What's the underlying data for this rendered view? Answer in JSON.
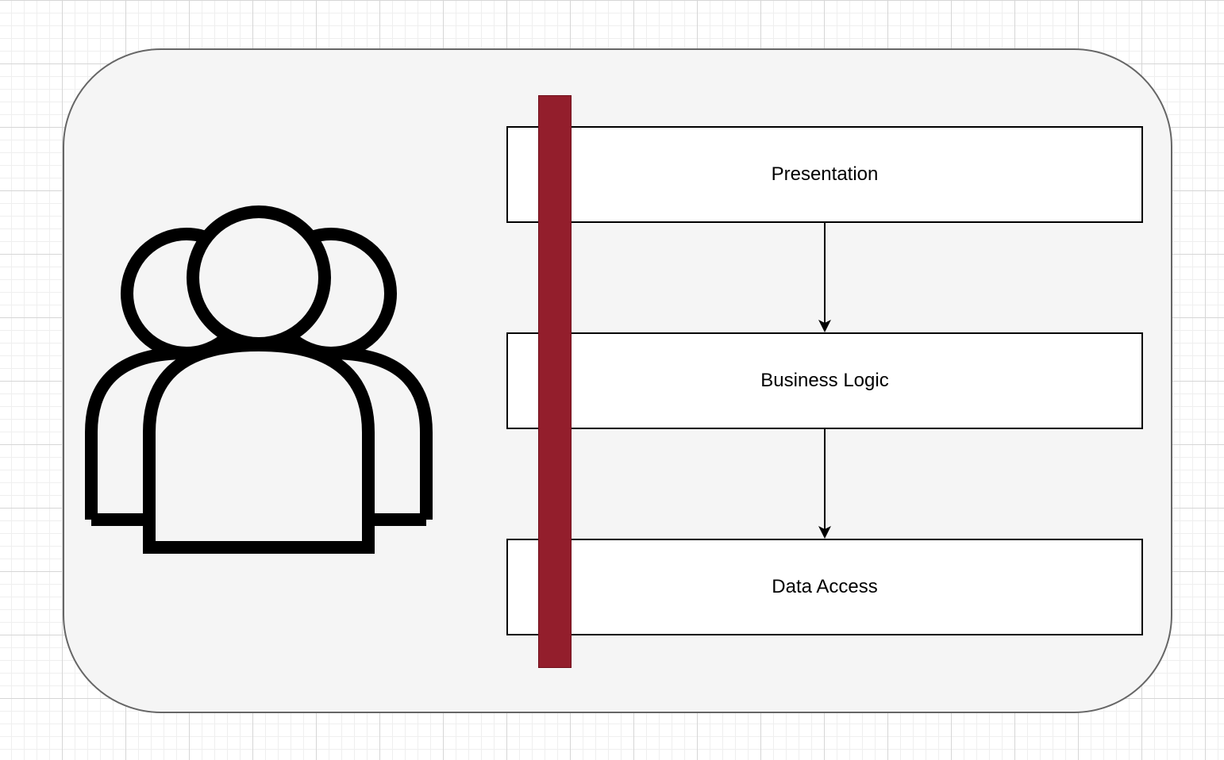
{
  "diagram": {
    "layers": [
      {
        "id": "presentation",
        "label": "Presentation"
      },
      {
        "id": "business",
        "label": "Business Logic"
      },
      {
        "id": "data",
        "label": "Data Access"
      }
    ],
    "edges": [
      {
        "from": "presentation",
        "to": "business"
      },
      {
        "from": "business",
        "to": "data"
      }
    ],
    "icons": [
      "users-icon"
    ],
    "colors": {
      "container_fill": "#f5f5f5",
      "container_stroke": "#666666",
      "bar_fill": "#931e2c",
      "box_fill": "#ffffff",
      "stroke": "#000000"
    }
  }
}
